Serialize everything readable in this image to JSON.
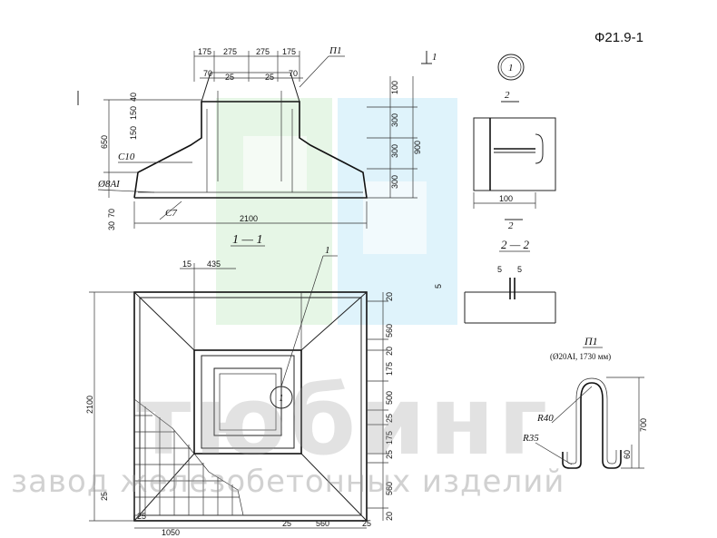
{
  "code": "Ф21.9-1",
  "section_label": "1 — 1",
  "section_label_2": "2 — 2",
  "cut_marker_1": "1",
  "cut_marker_2": "2",
  "detail_circle": "1",
  "callout_1": "1",
  "rebar_mark": "П1",
  "rebar_mark_detail": "П1",
  "rebar_spec": "(Ø20AI, 1730 мм)",
  "label_c10": "С10",
  "label_c7": "С7",
  "label_bar": "Ø8AI",
  "radius_1": "R40",
  "radius_2": "R35",
  "watermark": "тюбинг",
  "watermark_sub": "завод железобетонных изделий",
  "section": {
    "top_dims": [
      "175",
      "275",
      "275",
      "175"
    ],
    "inner_dims": [
      "70",
      "25",
      "25",
      "70"
    ],
    "left_dims": [
      "40",
      "150",
      "150"
    ],
    "height_650": "650",
    "right_dims": [
      "100",
      "300",
      "300",
      "300"
    ],
    "right_total": "900",
    "bottom_left": [
      "70",
      "30"
    ],
    "width": "2100"
  },
  "detail_2": {
    "width": "100",
    "gap_label": "5",
    "gap_side": "5",
    "gap_side_2": "5"
  },
  "plan": {
    "top_dims": [
      "15",
      "435"
    ],
    "right_dims": [
      "20",
      "560",
      "20",
      "175",
      "500",
      "25",
      "175",
      "25",
      "560",
      "20"
    ],
    "left_total": "2100",
    "left_small": "25",
    "bottom_dims": [
      "25",
      "1050",
      "25",
      "560",
      "25"
    ]
  },
  "hook": {
    "height": "700",
    "leg": "60"
  }
}
